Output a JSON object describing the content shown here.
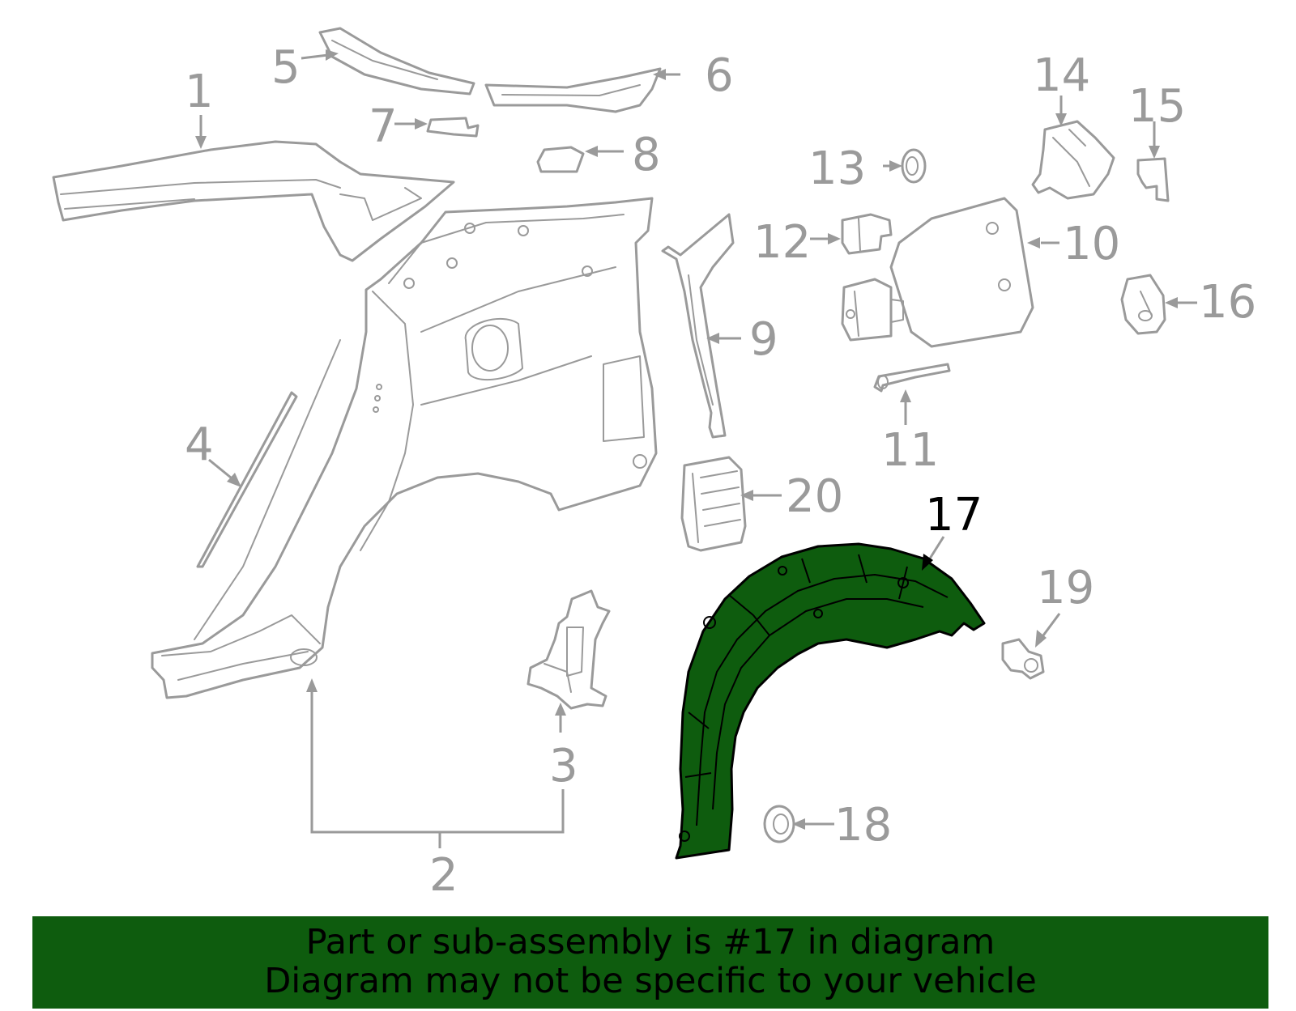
{
  "diagram": {
    "highlight_color": "#0e5c0e",
    "line_color": "#9a9a9a",
    "highlighted_part": "17",
    "callouts": [
      "1",
      "2",
      "3",
      "4",
      "5",
      "6",
      "7",
      "8",
      "9",
      "10",
      "11",
      "12",
      "13",
      "14",
      "15",
      "16",
      "17",
      "18",
      "19",
      "20"
    ]
  },
  "footer": {
    "line1": "Part or sub-assembly is #17 in diagram",
    "line2": "Diagram may not be specific to your vehicle"
  }
}
